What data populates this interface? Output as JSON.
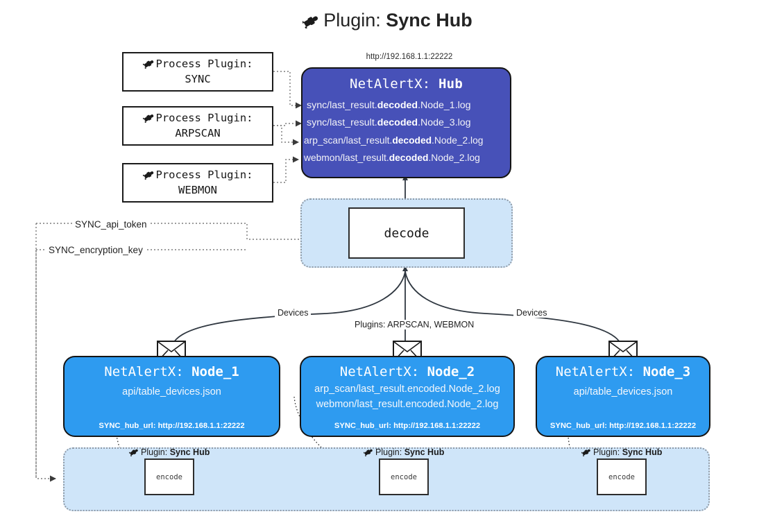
{
  "title": {
    "icon": "plug-icon",
    "prefix": "Plugin: ",
    "name": "Sync Hub"
  },
  "hub": {
    "url_caption": "http://192.168.1.1:22222",
    "header_prefix": "NetAlertX: ",
    "header_name": "Hub",
    "rows": [
      {
        "pre": "sync/last_result.",
        "bold": "decoded",
        "post": ".Node_1.log"
      },
      {
        "pre": "sync/last_result.",
        "bold": "decoded",
        "post": ".Node_3.log"
      },
      {
        "pre": "arp_scan/last_result.",
        "bold": "decoded",
        "post": ".Node_2.log"
      },
      {
        "pre": "webmon/last_result.",
        "bold": "decoded",
        "post": ".Node_2.log"
      }
    ]
  },
  "process_plugins": [
    {
      "icon": "plug-icon",
      "line1": "Process Plugin:",
      "line2": "SYNC"
    },
    {
      "icon": "plug-icon",
      "line1": "Process Plugin:",
      "line2": "ARPSCAN"
    },
    {
      "icon": "plug-icon",
      "line1": "Process Plugin:",
      "line2": "WEBMON"
    }
  ],
  "decode": {
    "label": "decode"
  },
  "key_labels": [
    {
      "text": "SYNC_api_token"
    },
    {
      "text": "SYNC_encryption_key"
    }
  ],
  "edge_labels": {
    "devices_left": "Devices",
    "devices_right": "Devices",
    "plugins": "Plugins: ARPSCAN, WEBMON"
  },
  "nodes": [
    {
      "header_prefix": "NetAlertX: ",
      "header_name": "Node_1",
      "lines": [
        "api/table_devices.json"
      ],
      "url": "SYNC_hub_url: http://192.168.1.1:22222",
      "envelope": "envelope-icon"
    },
    {
      "header_prefix": "NetAlertX: ",
      "header_name": "Node_2",
      "lines": [
        "arp_scan/last_result.encoded.Node_2.log",
        "webmon/last_result.encoded.Node_2.log"
      ],
      "url": "SYNC_hub_url: http://192.168.1.1:22222",
      "envelope": "envelope-icon"
    },
    {
      "header_prefix": "NetAlertX: ",
      "header_name": "Node_3",
      "lines": [
        "api/table_devices.json"
      ],
      "url": "SYNC_hub_url: http://192.168.1.1:22222",
      "envelope": "envelope-icon"
    }
  ],
  "encoders": [
    {
      "label": "encode",
      "caption_prefix": "Plugin: ",
      "caption_name": "Sync Hub",
      "icon": "plug-icon"
    },
    {
      "label": "encode",
      "caption_prefix": "Plugin: ",
      "caption_name": "Sync Hub",
      "icon": "plug-icon"
    },
    {
      "label": "encode",
      "caption_prefix": "Plugin: ",
      "caption_name": "Sync Hub",
      "icon": "plug-icon"
    }
  ],
  "colors": {
    "hub": "#4751b8",
    "node": "#2e9bf0",
    "container": "#cfe5f9",
    "stroke": "#141414",
    "dotted": "#8f9aa6"
  }
}
